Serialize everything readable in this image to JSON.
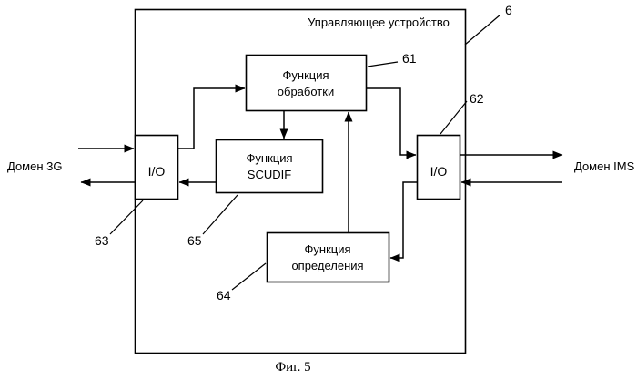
{
  "title": {
    "text": "Управляющее устройство",
    "ref": "6"
  },
  "blocks": {
    "processing": {
      "label_line1": "Функция",
      "label_line2": "обработки",
      "ref": "61"
    },
    "scudif": {
      "label_line1": "Функция",
      "label_line2": "SCUDIF",
      "ref": "65"
    },
    "determination": {
      "label_line1": "Функция",
      "label_line2": "определения",
      "ref": "64"
    },
    "io_left": {
      "label": "I/O",
      "ref": "63"
    },
    "io_right": {
      "label": "I/O",
      "ref": "62"
    }
  },
  "domains": {
    "left": "Домен 3G",
    "right": "Домен IMS"
  },
  "caption": "Фиг. 5",
  "colors": {
    "stroke": "#000000",
    "background": "#ffffff"
  }
}
